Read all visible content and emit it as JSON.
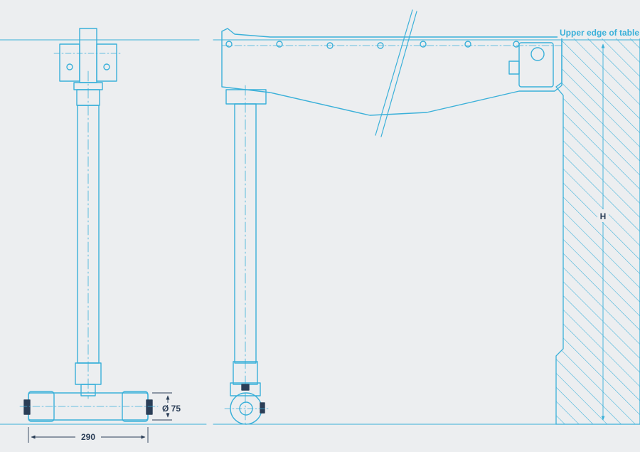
{
  "labels": {
    "upper_edge": "Upper edge of table",
    "height": "H",
    "diameter": "Ø 75",
    "width": "290"
  },
  "colors": {
    "background": "#eceef0",
    "line": "#3ab0d9",
    "dimension_text": "#2b3e57",
    "hatch": "#3ab0d9"
  }
}
